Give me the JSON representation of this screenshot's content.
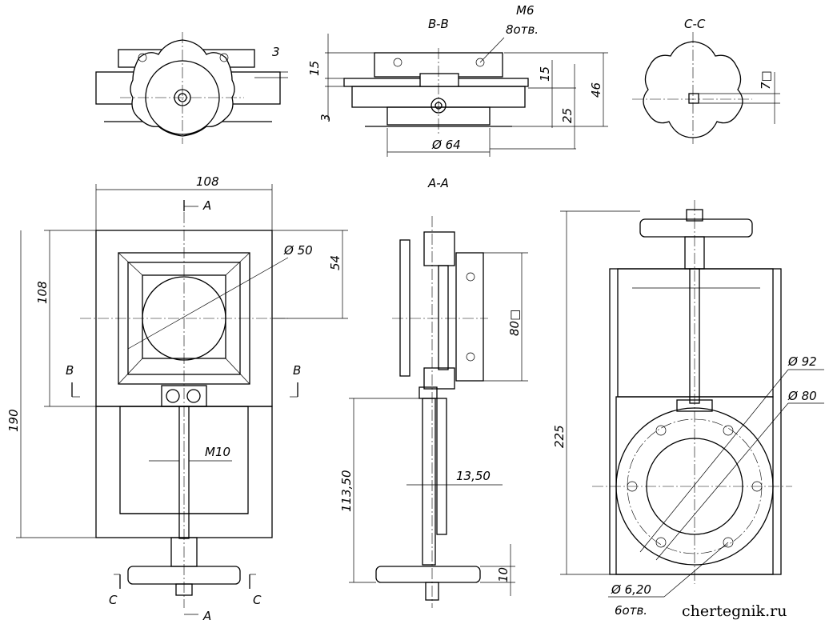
{
  "views": {
    "top": {
      "dim_3": "3"
    },
    "section_bb": {
      "title": "B-B",
      "thread": "M6",
      "holes": "8отв.",
      "dim_15a": "15",
      "dim_15b": "15",
      "dim_46": "46",
      "dim_3": "3",
      "dim_25": "25",
      "dim_d64": "Ø 64"
    },
    "section_cc": {
      "title": "C-C",
      "dim_7": "7□"
    },
    "front": {
      "dim_108w": "108",
      "dim_108h": "108",
      "dim_190": "190",
      "dim_54": "54",
      "dim_d50": "Ø 50",
      "thread": "M10",
      "cut_a_top": "A",
      "cut_a_bottom": "A",
      "cut_b_left": "B",
      "cut_b_right": "B",
      "cut_c_left": "C",
      "cut_c_right": "C"
    },
    "section_aa": {
      "title": "A-A",
      "dim_80": "80□",
      "dim_113": "113,50",
      "dim_13": "13,50",
      "dim_10": "10"
    },
    "side": {
      "dim_225": "225",
      "dim_d92": "Ø 92",
      "dim_d80": "Ø 80",
      "dim_d6": "Ø 6,20",
      "holes": "6отв."
    }
  },
  "watermark": "chertegnik.ru"
}
